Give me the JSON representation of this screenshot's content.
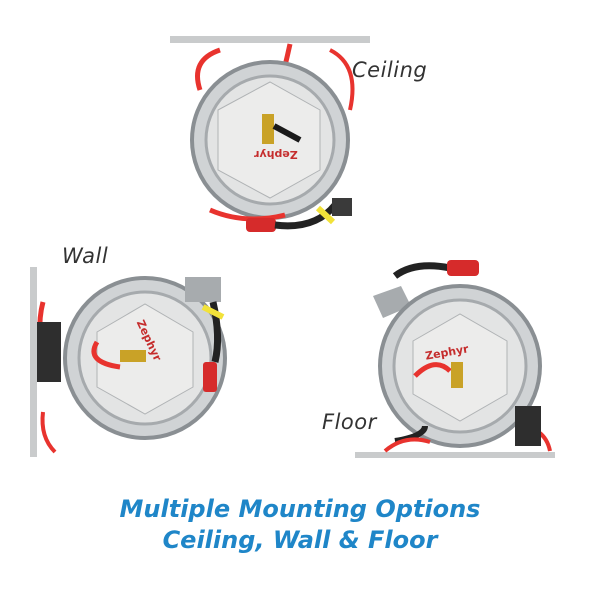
{
  "mounts": {
    "ceiling": {
      "label": "Ceiling",
      "brand": "Zephyr"
    },
    "wall": {
      "label": "Wall",
      "brand": "Zephyr"
    },
    "floor": {
      "label": "Floor",
      "brand": "Zephyr"
    }
  },
  "caption": {
    "line1": "Multiple Mounting Options",
    "line2": "Ceiling, Wall & Floor"
  },
  "colors": {
    "accent": "#1f86c8",
    "hose": "#e8332e",
    "fitting": "#d62b2b",
    "brass": "#c9a227",
    "mount_surface": "#c9cbcc",
    "steel": "#b9bdc0"
  },
  "icons": [
    "hose-reel-ceiling",
    "hose-reel-wall",
    "hose-reel-floor"
  ]
}
